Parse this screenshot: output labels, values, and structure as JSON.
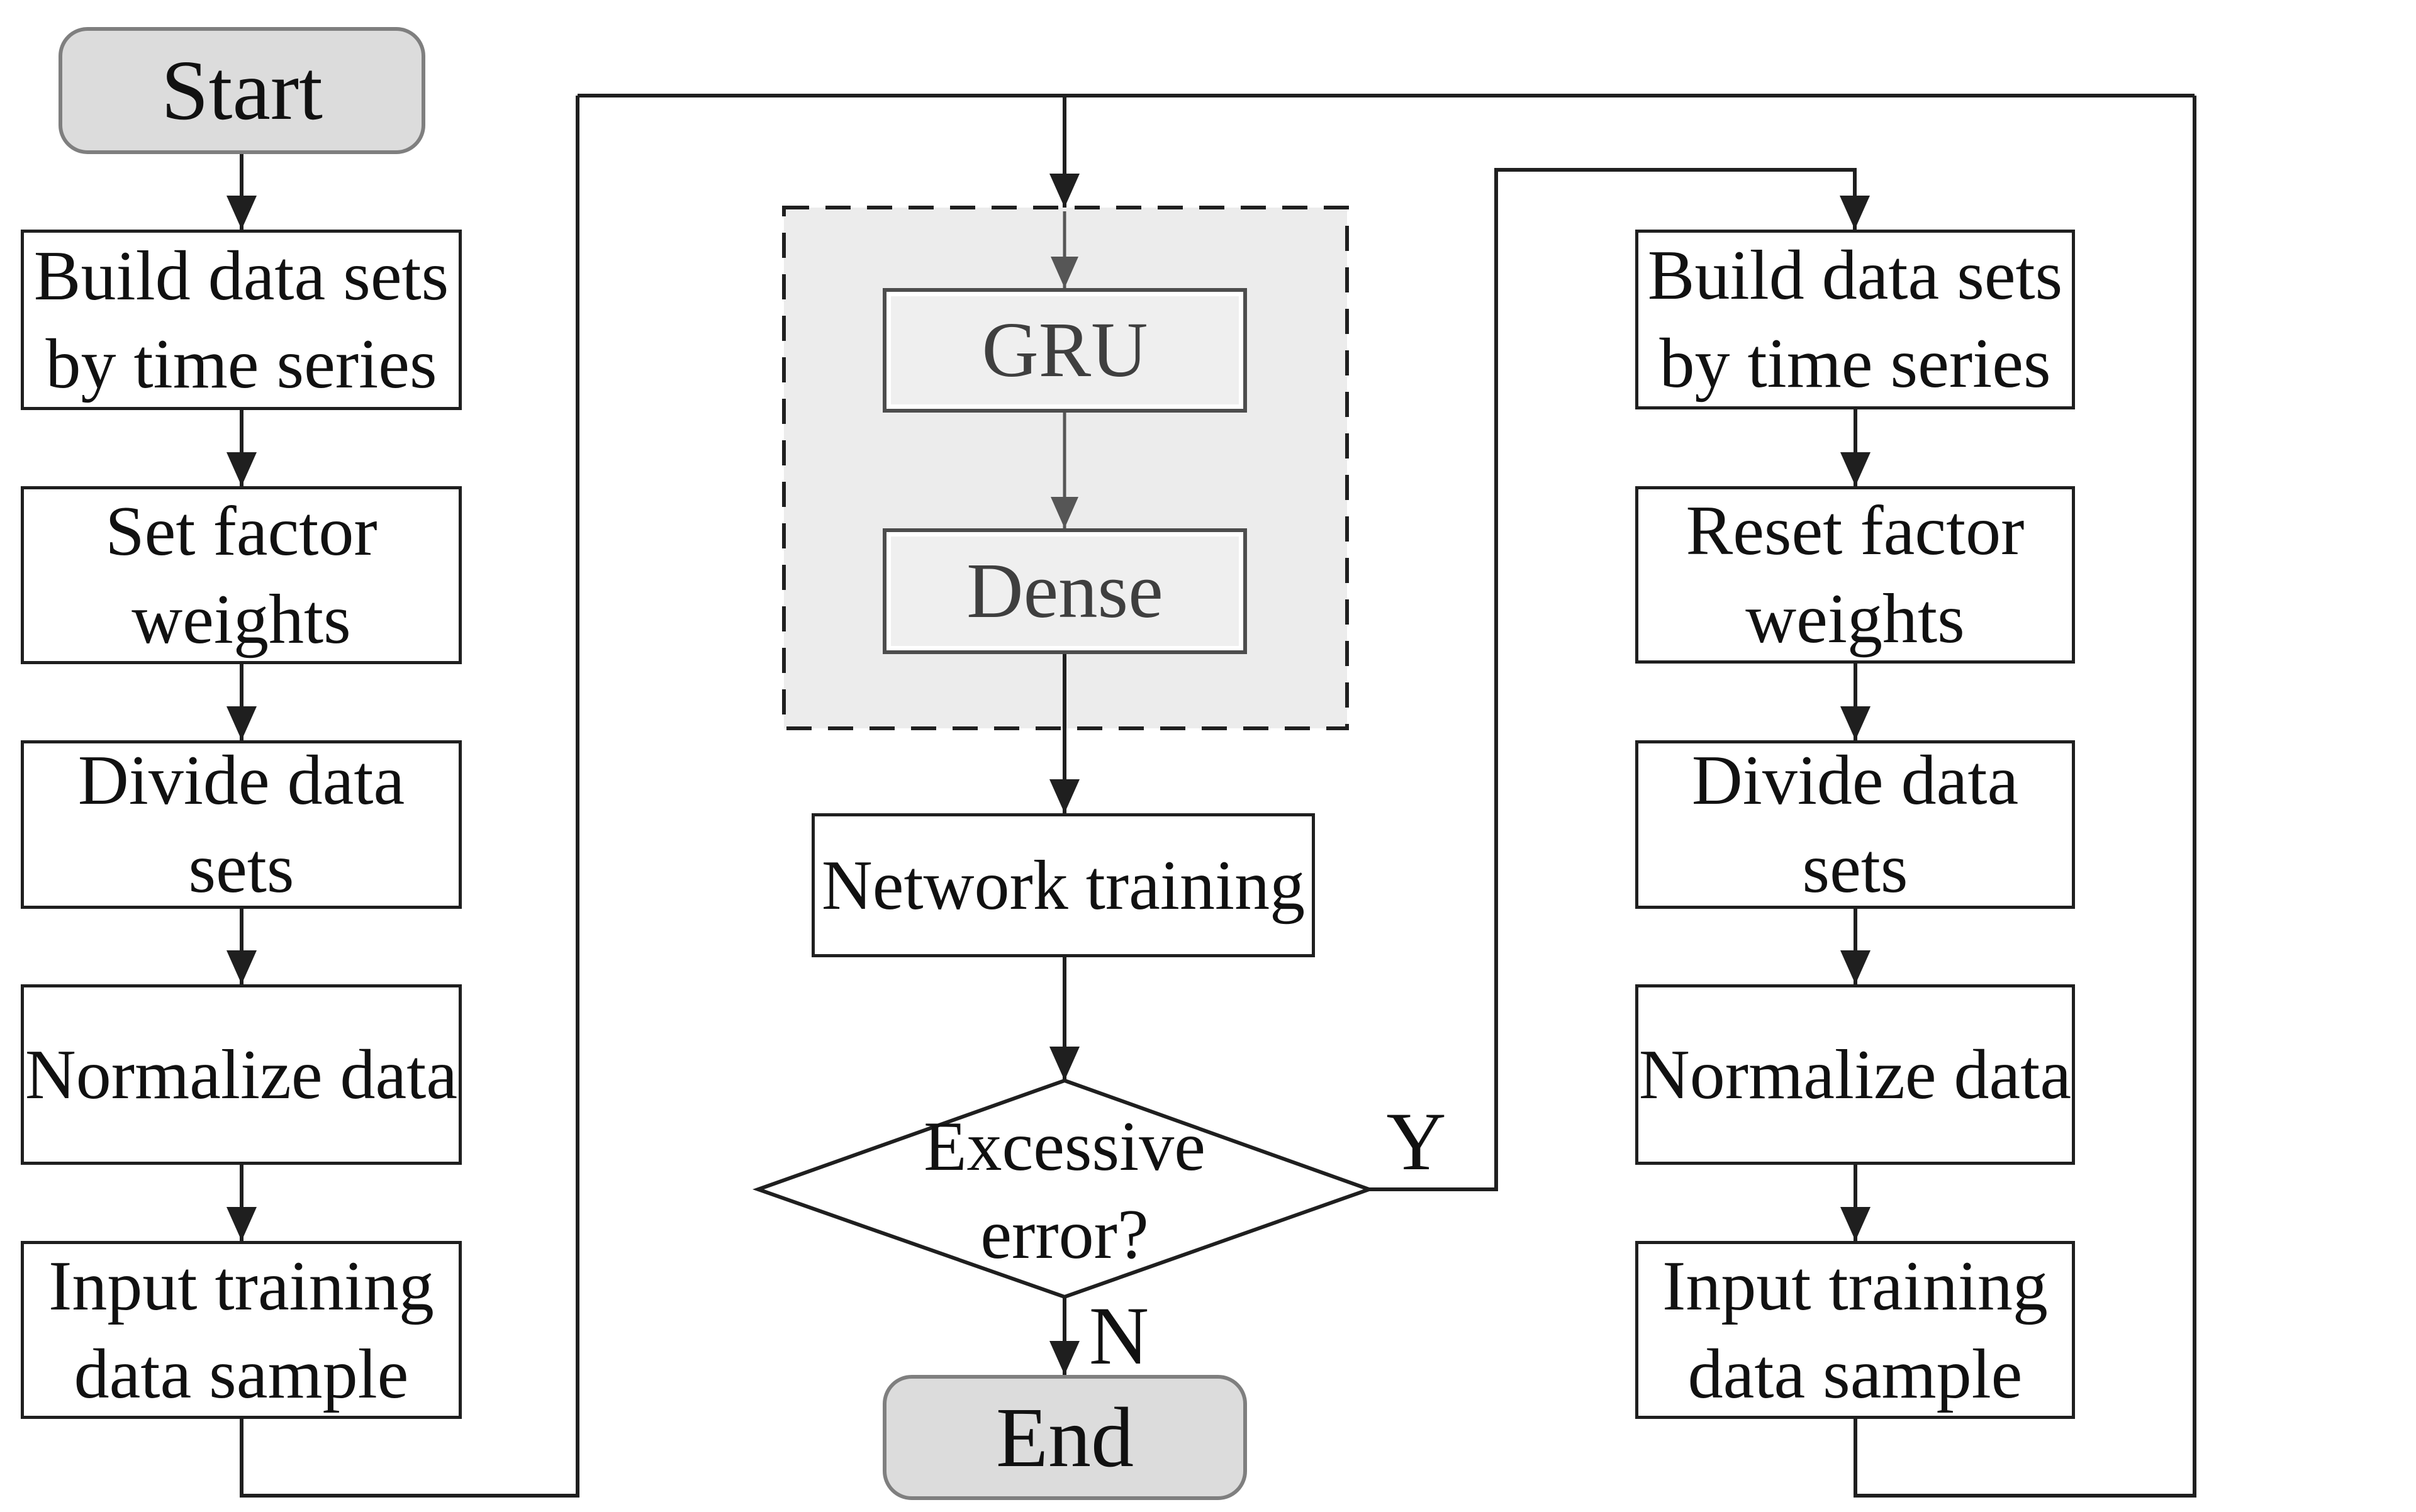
{
  "flowchart": {
    "start": "Start",
    "end": "End",
    "left_branch": {
      "build": "Build data sets\nby time series",
      "set_weights": "Set factor\nweights",
      "divide": "Divide data\nsets",
      "normalize": "Normalize data",
      "input": "Input training\ndata sample"
    },
    "model_block": {
      "gru": "GRU",
      "dense": "Dense"
    },
    "training": "Network training",
    "decision": "Excessive\nerror?",
    "decision_yes": "Y",
    "decision_no": "N",
    "right_branch": {
      "build": "Build data sets\nby time series",
      "reset_weights": "Reset factor\nweights",
      "divide": "Divide data\nsets",
      "normalize": "Normalize data",
      "input": "Input training\ndata sample"
    },
    "colors": {
      "terminal_fill": "#dcdcdc",
      "terminal_border": "#7f7f7f",
      "process_border": "#1f1f1f",
      "dashed_fill": "#ececec",
      "dashed_border": "#1f1f1f",
      "inner_box_fill": "#efefef",
      "inner_box_border": "#4d4d4d",
      "inner_text": "#3f3f3f",
      "line": "#1f1f1f",
      "inner_line": "#565656",
      "background": "#ffffff"
    }
  }
}
